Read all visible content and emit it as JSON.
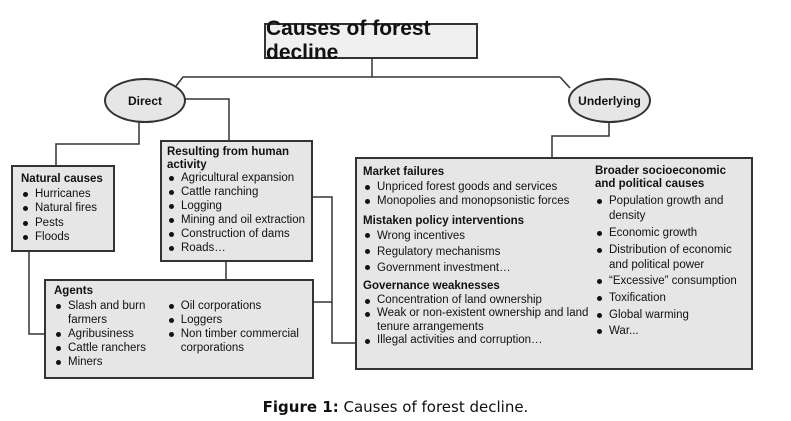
{
  "title": "Causes of forest decline",
  "direct": "Direct",
  "underlying": "Underlying",
  "natural": {
    "heading": "Natural causes",
    "items": [
      "Hurricanes",
      "Natural fires",
      "Pests",
      "Floods"
    ]
  },
  "human": {
    "heading": "Resulting from human activity",
    "items": [
      "Agricultural expansion",
      "Cattle ranching",
      "Logging",
      "Mining and oil extraction",
      "Construction of dams",
      "Roads…"
    ]
  },
  "agents": {
    "heading": "Agents",
    "col1": [
      "Slash and burn farmers",
      "Agribusiness",
      "Cattle ranchers",
      "Miners"
    ],
    "col2": [
      "Oil corporations",
      "Loggers",
      "Non timber commercial corporations"
    ]
  },
  "market": {
    "heading": "Market failures",
    "items": [
      "Unpriced forest goods and services",
      "Monopolies and monopsonistic forces"
    ]
  },
  "policy": {
    "heading": "Mistaken policy interventions",
    "items": [
      "Wrong incentives",
      "Regulatory mechanisms",
      "Government investment…"
    ]
  },
  "governance": {
    "heading": "Governance weaknesses",
    "items": [
      "Concentration of land ownership",
      "Weak or non-existent ownership and land tenure arrangements",
      "Illegal activities and corruption…"
    ]
  },
  "broader": {
    "heading": "Broader socioeconomic and political causes",
    "items": [
      "Population growth and density",
      "Economic growth",
      "Distribution of economic and political power",
      "“Excessive” consumption",
      "Toxification",
      "Global warming",
      "War..."
    ]
  },
  "caption": {
    "label": "Figure 1:",
    "text": " Causes of forest decline."
  }
}
